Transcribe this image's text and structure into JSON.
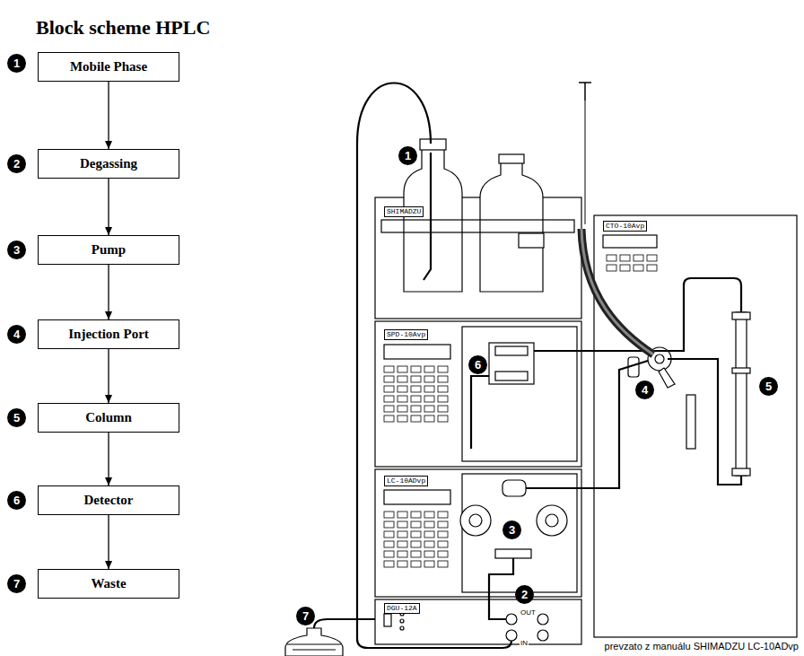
{
  "diagram": {
    "title": "Block scheme HPLC",
    "caption": "prevzato z manuálu SHIMADZU LC-10ADvp",
    "nodes": [
      {
        "text": [
          "Mobile Phase"
        ]
      },
      {
        "text": [
          "Degassing"
        ]
      },
      {
        "text": [
          "Pump"
        ]
      },
      {
        "text": [
          "Injection Port"
        ]
      },
      {
        "text": [
          "Column"
        ]
      },
      {
        "text": [
          "Detector"
        ]
      },
      {
        "text": [
          "Waste"
        ]
      }
    ],
    "edges": [
      {
        "from": 0,
        "to": 1,
        "arrow": "to"
      },
      {
        "from": 1,
        "to": 2,
        "arrow": "to"
      },
      {
        "from": 2,
        "to": 3,
        "arrow": "to"
      },
      {
        "from": 3,
        "to": 4,
        "arrow": "to"
      },
      {
        "from": 4,
        "to": 5,
        "arrow": "to"
      },
      {
        "from": 5,
        "to": 6,
        "arrow": "to"
      }
    ],
    "labels": [
      "1",
      "2",
      "3",
      "4",
      "5",
      "6",
      "7",
      "1",
      "2",
      "3",
      "4",
      "5",
      "6",
      "7",
      "SHIMADZU",
      "SPD-10Avp",
      "LC-10ADvp",
      "DGU-12A",
      "CTO-10Avp",
      "OUT",
      "IN"
    ]
  }
}
